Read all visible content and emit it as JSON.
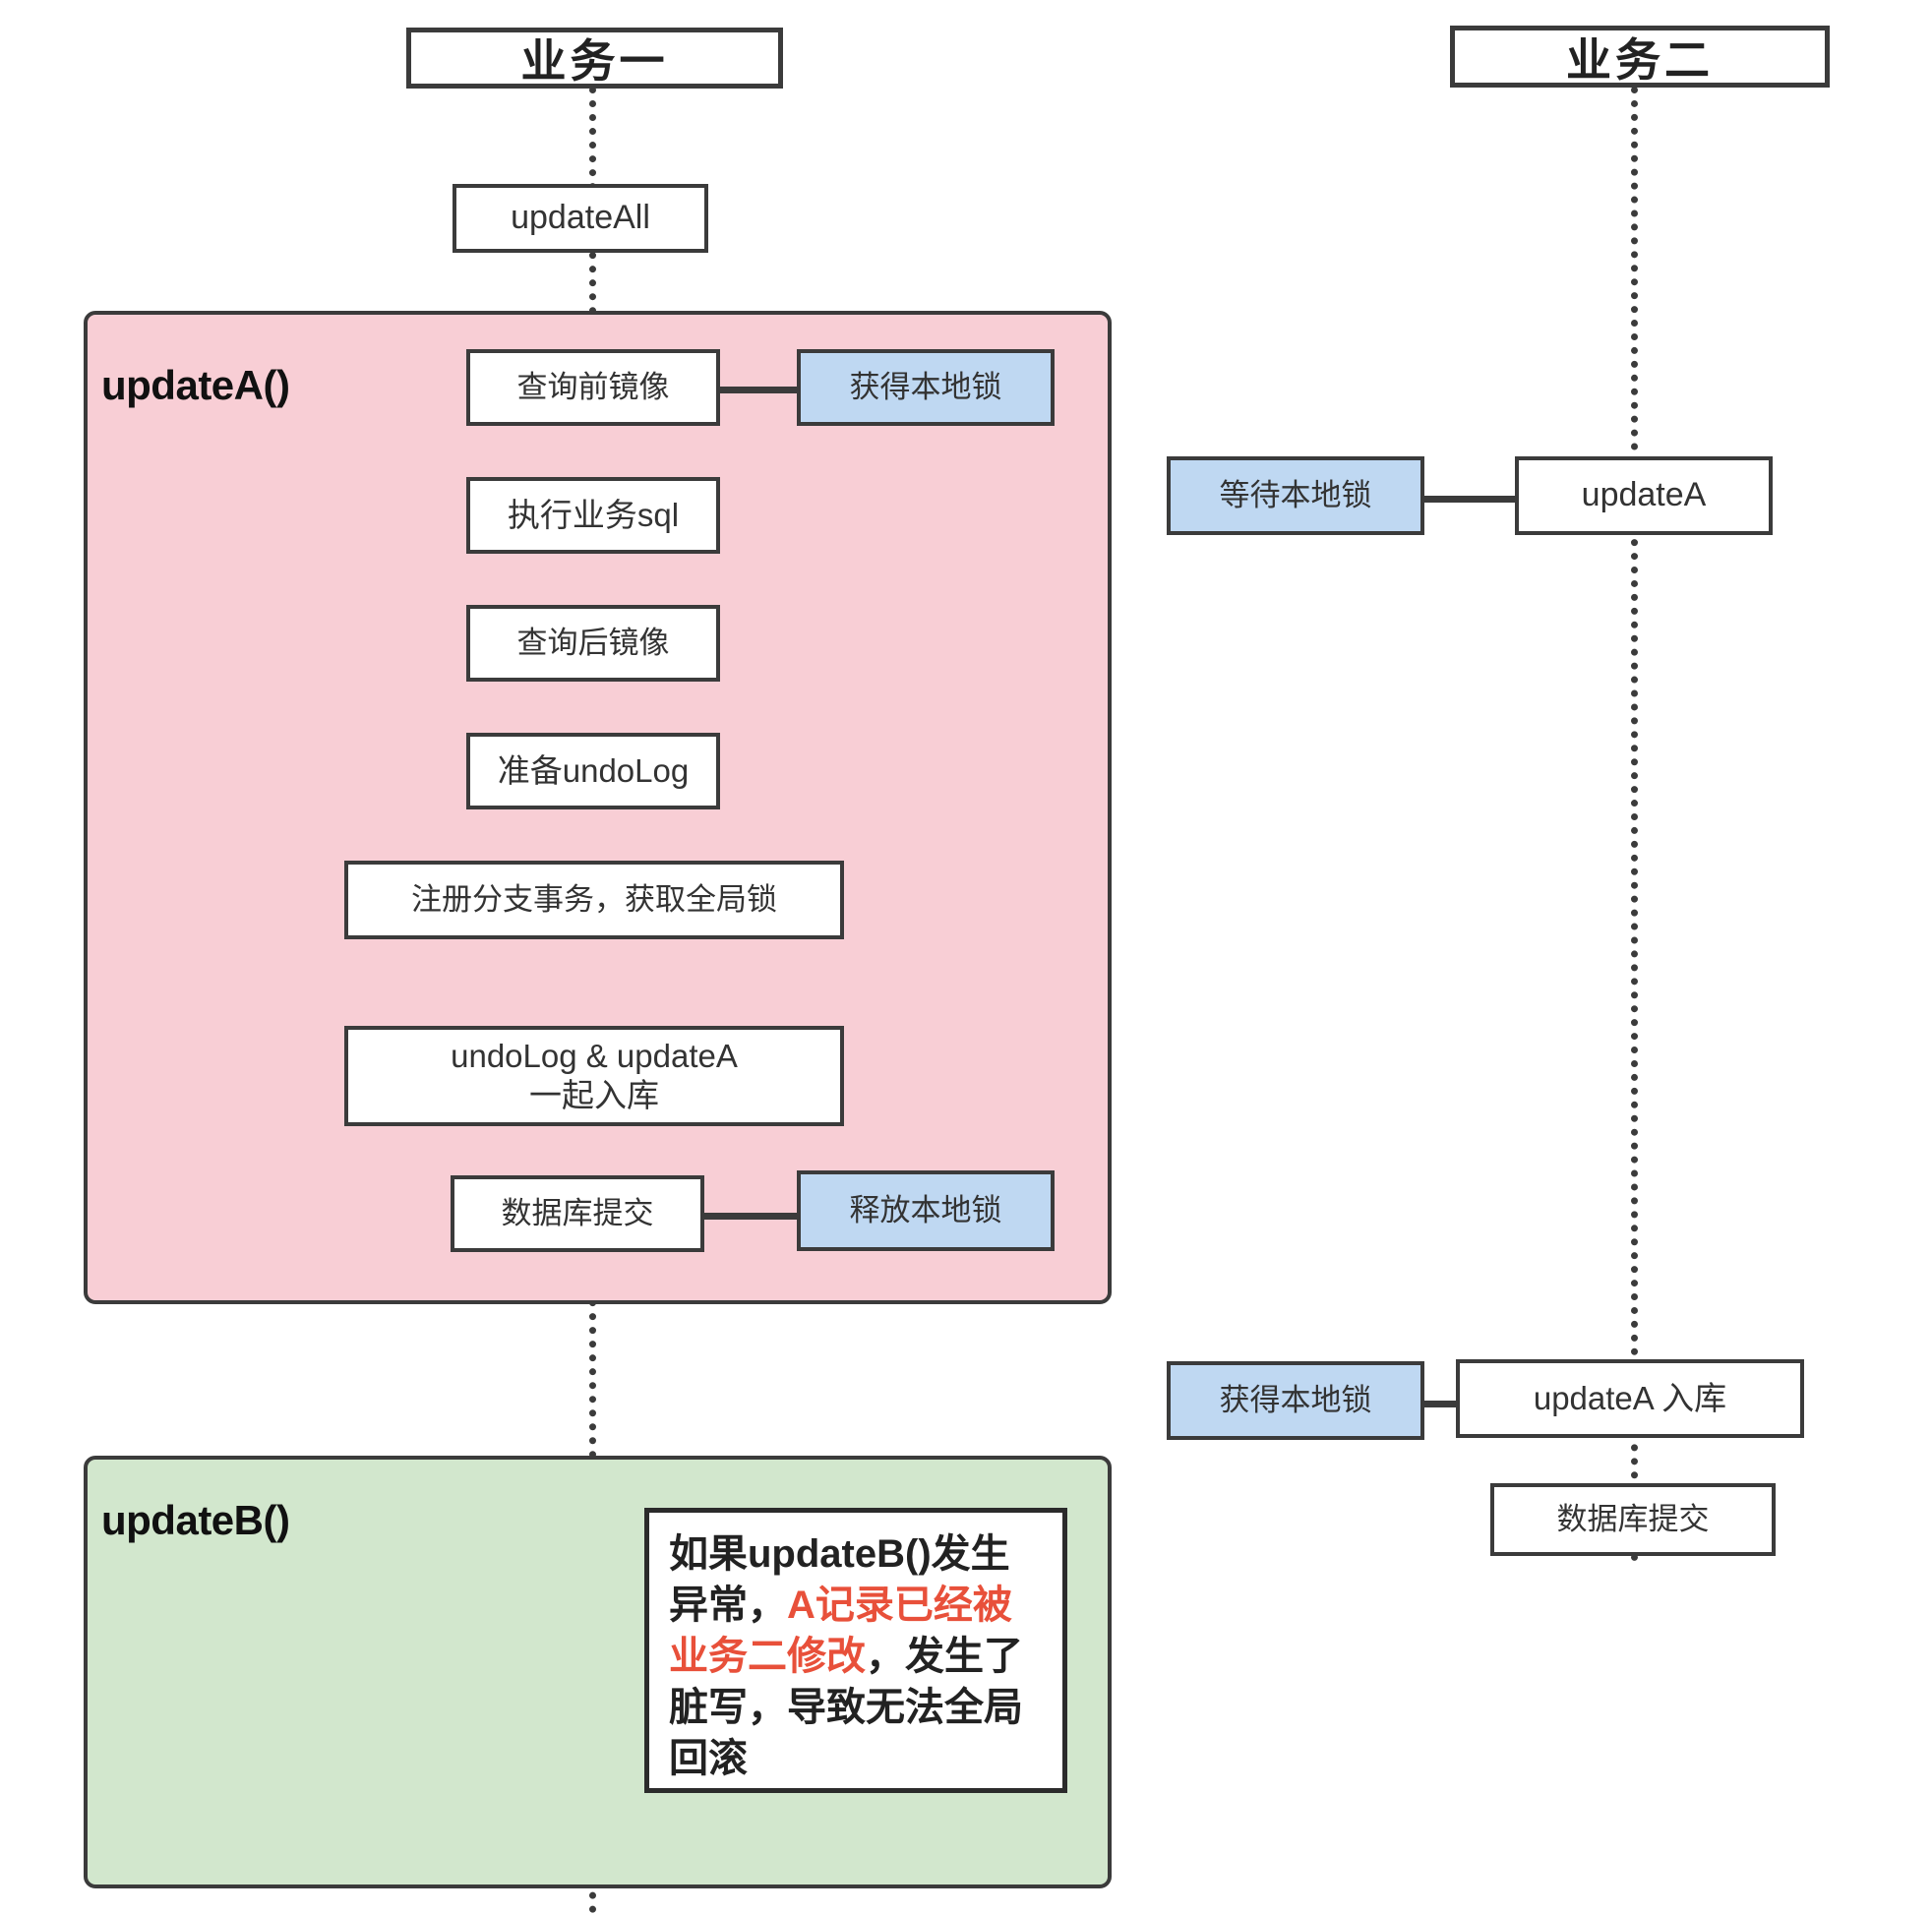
{
  "diagram": {
    "title_left": "业务一",
    "title_right": "业务二"
  },
  "lanes": [
    {
      "id": "lane-left",
      "actor": "业务一"
    },
    {
      "id": "lane-right",
      "actor": "业务二"
    }
  ],
  "groups": [
    {
      "id": "group-updatea",
      "label": "updateA()",
      "color": "#f8ced5"
    },
    {
      "id": "group-updateb",
      "label": "updateB()",
      "color": "#d2e7cd"
    }
  ],
  "left_lane": {
    "entry_step": "updateAll",
    "updatea_steps": [
      "查询前镜像",
      "执行业务sql",
      "查询后镜像",
      "准备undoLog",
      "注册分支事务，获取全局锁",
      "undoLog & updateA",
      "一起入库",
      "数据库提交"
    ],
    "side_notes": [
      "获得本地锁",
      "释放本地锁"
    ]
  },
  "right_lane": {
    "steps": [
      "updateA",
      "updateA 入库",
      "数据库提交"
    ],
    "side_notes": [
      "等待本地锁",
      "获得本地锁"
    ]
  },
  "boxes": {
    "update_all": "updateAll",
    "query_before_image": "查询前镜像",
    "acquire_local_lock": "获得本地锁",
    "exec_business_sql": "执行业务sql",
    "query_after_image": "查询后镜像",
    "prepare_undolog": "准备undoLog",
    "register_branch_tx": "注册分支事务，获取全局锁",
    "undolog_updatea_line1": "undoLog & updateA",
    "undolog_updatea_line2": "一起入库",
    "db_commit_left": "数据库提交",
    "release_local_lock": "释放本地锁",
    "wait_local_lock": "等待本地锁",
    "update_a_right": "updateA",
    "acquire_local_lock_right": "获得本地锁",
    "update_a_insert": "updateA 入库",
    "db_commit_right": "数据库提交"
  },
  "note": {
    "segments": [
      {
        "text": "如果updateB()发生异常，",
        "highlight": false
      },
      {
        "text": "A记录已经被业务二修改",
        "highlight": true
      },
      {
        "text": "，发生了脏写，导致无法全局回滚",
        "highlight": false
      }
    ],
    "part1": "如果updateB()发生异常，",
    "part2": "A记录已经被业务二修改",
    "part3": "，发生了脏写，导致无法全局回滚",
    "highlight_color": "#e8503a"
  },
  "colors": {
    "stroke": "#3b3b3b",
    "lock_box": "#bfd8f2",
    "group_a": "#f8ced5",
    "group_b": "#d2e7cd",
    "canvas": "#ffffff",
    "warning_text": "#e8503a"
  }
}
